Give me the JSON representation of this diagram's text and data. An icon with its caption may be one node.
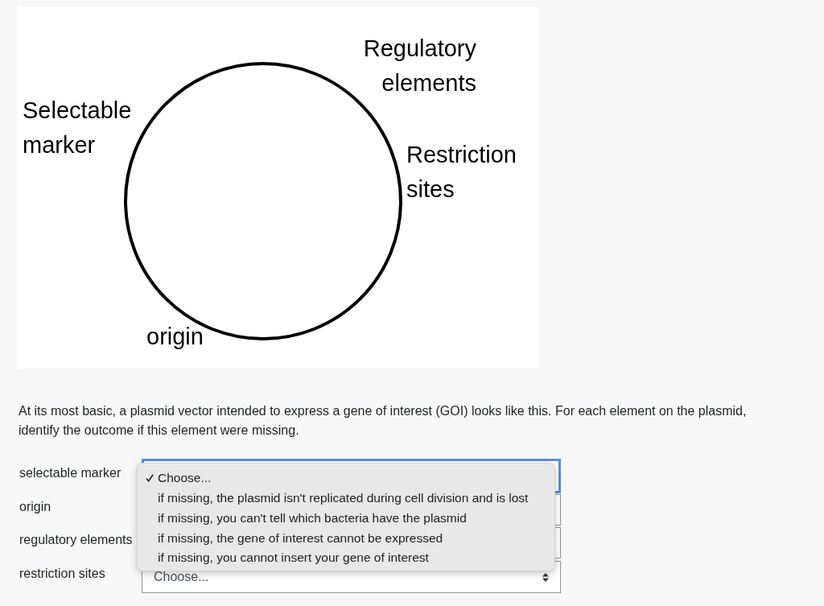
{
  "diagram": {
    "nodes": [
      {
        "text": [],
        "shape": "circle"
      },
      {
        "text": [
          "Choose...",
          "if missing, the plasmid isn't replicated during cell division and is lost",
          "if missing, you can't tell which bacteria have the plasmid",
          "if missing, the gene of interest cannot be expressed",
          "if missing, you cannot insert your gene of interest"
        ]
      },
      {
        "text": [
          "Choose..."
        ]
      }
    ],
    "labels": [
      "Regulatory elements",
      "Selectable marker",
      "Restriction sites",
      "origin",
      "At its most basic, a plasmid vector intended to express a gene of interest (GOI) looks like this. For each element on the plasmid, identify the outcome if this element were missing.",
      "selectable marker",
      "origin",
      "regulatory elements",
      "restriction sites"
    ]
  }
}
